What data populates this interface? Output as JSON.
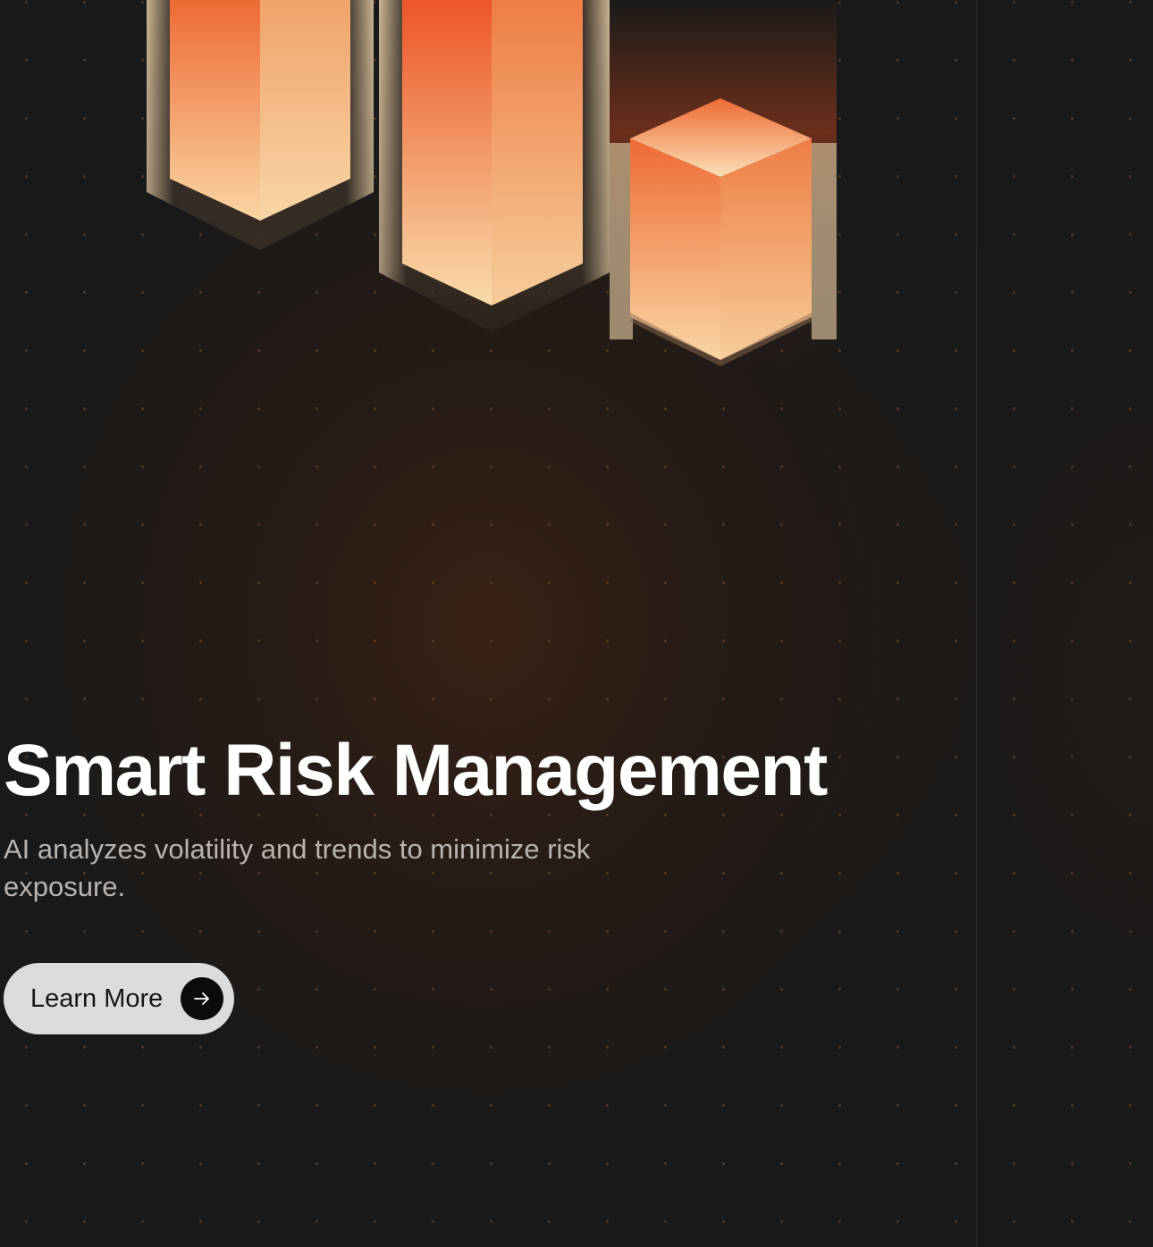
{
  "hero": {
    "title": "Smart Risk Management",
    "subtitle": "AI analyzes volatility and trends to minimize risk exposure.",
    "cta_label": "Learn More",
    "cta_icon": "arrow-right-icon"
  },
  "illustration": {
    "name": "hexagonal-bars",
    "bar_count": 3
  },
  "colors": {
    "background": "#191919",
    "accent_orange": "#EE5A2A",
    "accent_peach": "#F9D3A0",
    "title": "#FFFFFF",
    "subtitle": "#B9B4B0",
    "button_bg": "#DCDCDC",
    "button_icon_bg": "#0B0B0B"
  }
}
